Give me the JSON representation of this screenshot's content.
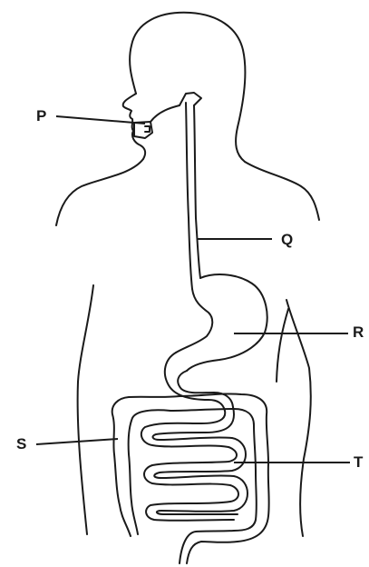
{
  "diagram": {
    "labels": {
      "p": "P",
      "q": "Q",
      "r": "R",
      "s": "S",
      "t": "T"
    },
    "colors": {
      "ink": "#1a1a1a",
      "background": "#ffffff"
    }
  }
}
